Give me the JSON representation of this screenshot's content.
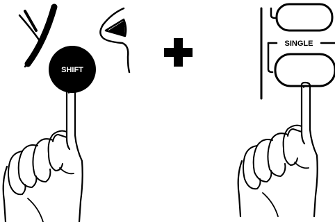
{
  "labels": {
    "shift": "SHIFT",
    "single": "SINGLE"
  },
  "symbols": {
    "operator": "plus"
  },
  "icons": [
    "finger-pointing-icon",
    "jog-wheel-icon",
    "play-triangle-icon",
    "plus-icon"
  ],
  "colors": {
    "ink": "#000000",
    "paper": "#ffffff"
  }
}
